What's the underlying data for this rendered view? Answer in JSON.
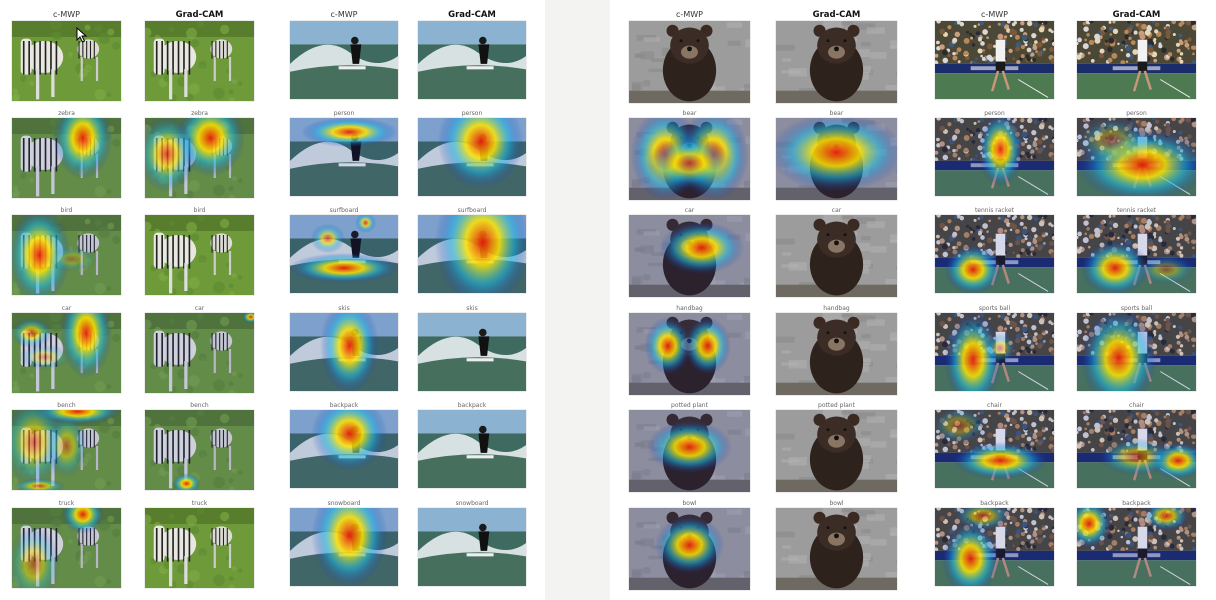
{
  "figures": [
    {
      "name": "zebra-figure",
      "scene": "zebra",
      "columns": [
        {
          "title": "c-MWP",
          "bold": false
        },
        {
          "title": "Grad-CAM",
          "bold": true
        }
      ],
      "rows": [
        {
          "label": "",
          "heat": [
            [],
            []
          ]
        },
        {
          "label": "zebra",
          "heat": [
            [
              [
                0.65,
                0.25,
                0.17,
                0.32,
                1
              ]
            ],
            [
              [
                0.6,
                0.25,
                0.2,
                0.3,
                1
              ],
              [
                0.2,
                0.45,
                0.17,
                0.3,
                0.8
              ]
            ]
          ]
        },
        {
          "label": "bird",
          "heat": [
            [
              [
                0.25,
                0.5,
                0.18,
                0.38,
                1
              ],
              [
                0.55,
                0.55,
                0.15,
                0.1,
                0.3
              ]
            ],
            []
          ]
        },
        {
          "label": "car",
          "heat": [
            [
              [
                0.68,
                0.25,
                0.15,
                0.35,
                1
              ],
              [
                0.18,
                0.25,
                0.12,
                0.12,
                0.7
              ],
              [
                0.3,
                0.55,
                0.15,
                0.1,
                0.4
              ]
            ],
            [
              [
                0.97,
                0.05,
                0.05,
                0.05,
                0.9
              ]
            ]
          ]
        },
        {
          "label": "bench",
          "heat": [
            [
              [
                0.6,
                0.02,
                0.25,
                0.1,
                1
              ],
              [
                0.2,
                0.4,
                0.18,
                0.35,
                0.6
              ],
              [
                0.5,
                0.45,
                0.12,
                0.25,
                0.5
              ],
              [
                0.25,
                0.95,
                0.15,
                0.06,
                0.7
              ]
            ],
            [
              [
                0.38,
                0.92,
                0.08,
                0.08,
                1
              ]
            ]
          ]
        },
        {
          "label": "truck",
          "heat": [
            [
              [
                0.65,
                0.08,
                0.12,
                0.15,
                1
              ],
              [
                0.2,
                0.7,
                0.15,
                0.3,
                0.5
              ]
            ],
            []
          ]
        }
      ]
    },
    {
      "name": "surfer-figure",
      "scene": "surf",
      "columns": [
        {
          "title": "c-MWP",
          "bold": false
        },
        {
          "title": "Grad-CAM",
          "bold": true
        }
      ],
      "rows": [
        {
          "label": "",
          "heat": [
            [],
            []
          ]
        },
        {
          "label": "person",
          "heat": [
            [
              [
                0.55,
                0.18,
                0.28,
                0.12,
                1
              ]
            ],
            [
              [
                0.58,
                0.3,
                0.25,
                0.38,
                1
              ]
            ]
          ]
        },
        {
          "label": "surfboard",
          "heat": [
            [
              [
                0.5,
                0.68,
                0.32,
                0.12,
                1
              ],
              [
                0.35,
                0.3,
                0.1,
                0.12,
                0.7
              ],
              [
                0.7,
                0.1,
                0.06,
                0.08,
                0.8
              ]
            ],
            [
              [
                0.6,
                0.35,
                0.28,
                0.52,
                1
              ]
            ]
          ]
        },
        {
          "label": "skis",
          "heat": [
            [
              [
                0.55,
                0.42,
                0.17,
                0.38,
                1
              ]
            ],
            []
          ]
        },
        {
          "label": "backpack",
          "heat": [
            [
              [
                0.55,
                0.3,
                0.22,
                0.3,
                1
              ]
            ],
            []
          ]
        },
        {
          "label": "snowboard",
          "heat": [
            [
              [
                0.55,
                0.35,
                0.22,
                0.42,
                1
              ]
            ],
            []
          ]
        }
      ]
    },
    {
      "name": "bear-figure",
      "scene": "bear",
      "columns": [
        {
          "title": "c-MWP",
          "bold": false
        },
        {
          "title": "Grad-CAM",
          "bold": true
        }
      ],
      "rows": [
        {
          "label": "",
          "heat": [
            [],
            []
          ]
        },
        {
          "label": "bear",
          "heat": [
            [
              [
                0.3,
                0.45,
                0.18,
                0.35,
                1
              ],
              [
                0.7,
                0.45,
                0.18,
                0.35,
                1
              ],
              [
                0.5,
                0.55,
                0.22,
                0.2,
                0.8
              ]
            ],
            [
              [
                0.5,
                0.42,
                0.35,
                0.3,
                1
              ]
            ]
          ]
        },
        {
          "label": "car",
          "heat": [
            [
              [
                0.6,
                0.4,
                0.22,
                0.2,
                1
              ]
            ],
            []
          ]
        },
        {
          "label": "handbag",
          "heat": [
            [
              [
                0.32,
                0.4,
                0.12,
                0.22,
                1
              ],
              [
                0.65,
                0.4,
                0.12,
                0.22,
                1
              ]
            ],
            []
          ]
        },
        {
          "label": "potted plant",
          "heat": [
            [
              [
                0.5,
                0.45,
                0.22,
                0.2,
                1
              ]
            ],
            []
          ]
        },
        {
          "label": "bowl",
          "heat": [
            [
              [
                0.5,
                0.45,
                0.18,
                0.22,
                1
              ]
            ],
            []
          ]
        }
      ]
    },
    {
      "name": "tennis-figure",
      "scene": "tennis",
      "columns": [
        {
          "title": "c-MWP",
          "bold": false
        },
        {
          "title": "Grad-CAM",
          "bold": true
        }
      ],
      "rows": [
        {
          "label": "",
          "heat": [
            [],
            []
          ]
        },
        {
          "label": "person",
          "heat": [
            [
              [
                0.55,
                0.4,
                0.12,
                0.3,
                1
              ]
            ],
            [
              [
                0.55,
                0.6,
                0.35,
                0.3,
                1
              ],
              [
                0.3,
                0.3,
                0.2,
                0.2,
                0.4
              ]
            ]
          ]
        },
        {
          "label": "tennis racket",
          "heat": [
            [
              [
                0.32,
                0.7,
                0.15,
                0.2,
                1
              ]
            ],
            [
              [
                0.32,
                0.68,
                0.18,
                0.22,
                1
              ],
              [
                0.75,
                0.7,
                0.15,
                0.12,
                0.4
              ]
            ]
          ]
        },
        {
          "label": "sports ball",
          "heat": [
            [
              [
                0.32,
                0.6,
                0.15,
                0.38,
                1
              ],
              [
                0.55,
                0.45,
                0.08,
                0.12,
                0.5
              ]
            ],
            [
              [
                0.35,
                0.58,
                0.2,
                0.4,
                1
              ]
            ]
          ]
        },
        {
          "label": "chair",
          "heat": [
            [
              [
                0.55,
                0.65,
                0.25,
                0.15,
                1
              ],
              [
                0.2,
                0.2,
                0.15,
                0.15,
                0.4
              ]
            ],
            [
              [
                0.85,
                0.65,
                0.15,
                0.15,
                1
              ],
              [
                0.5,
                0.6,
                0.2,
                0.15,
                0.6
              ]
            ]
          ]
        },
        {
          "label": "backpack",
          "heat": [
            [
              [
                0.3,
                0.65,
                0.15,
                0.3,
                1
              ],
              [
                0.4,
                0.1,
                0.15,
                0.12,
                0.6
              ]
            ],
            [
              [
                0.1,
                0.2,
                0.12,
                0.2,
                1
              ],
              [
                0.75,
                0.1,
                0.12,
                0.12,
                0.8
              ]
            ]
          ]
        }
      ]
    }
  ],
  "colors": {
    "heat_hot": "#e81c0c",
    "heat_mid": "#ffe600",
    "heat_cool": "#18b8e6",
    "heat_cold": "#1a2bb8"
  }
}
